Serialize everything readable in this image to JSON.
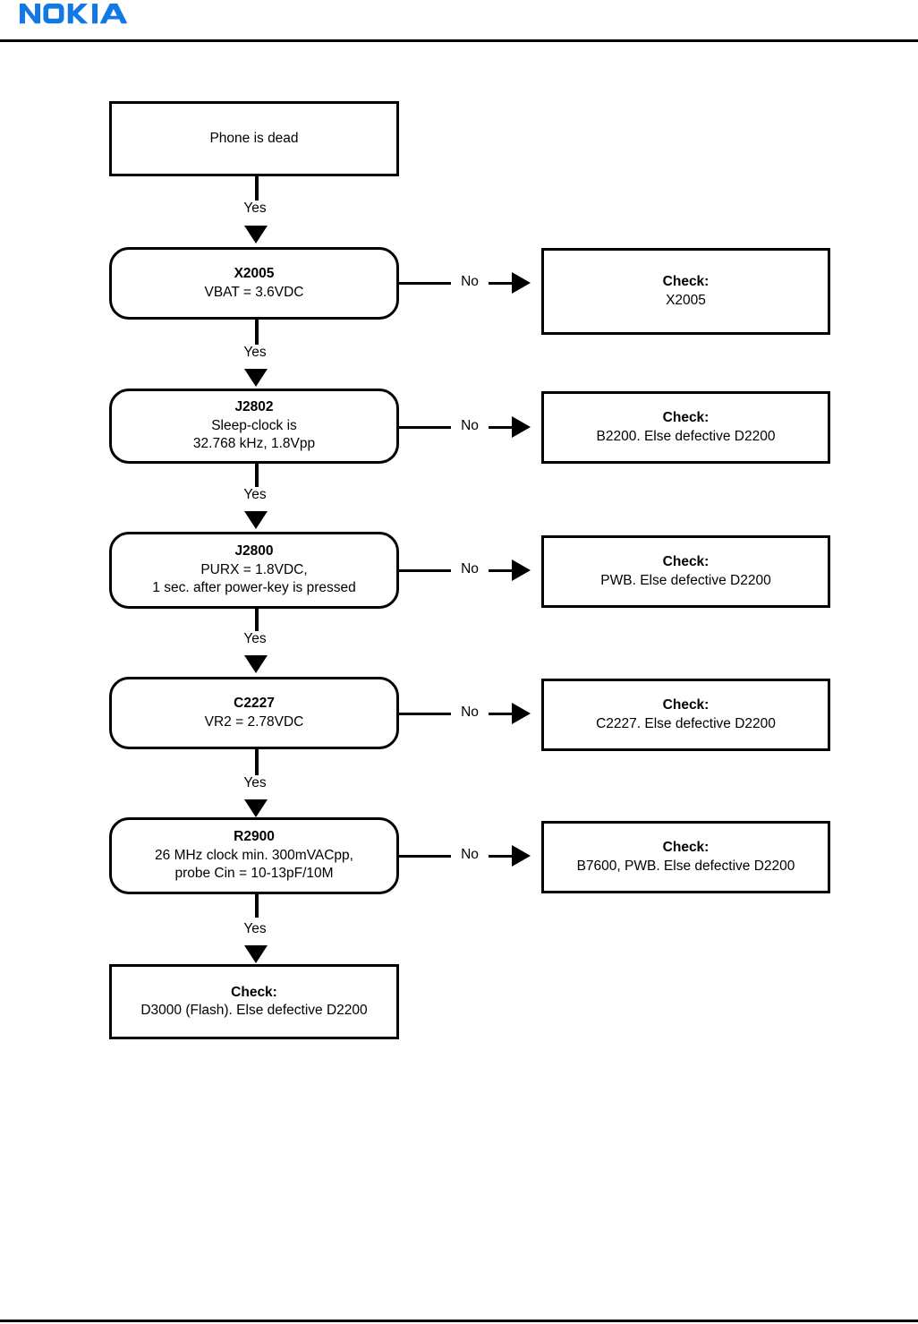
{
  "header": {
    "logo_text": "NOKIA",
    "logo_color": "#1278E3",
    "rule_color": "#000000"
  },
  "flowchart": {
    "type": "troubleshooting-flowchart",
    "start": {
      "id": "start",
      "shape": "rectangle",
      "lines": [
        "Phone is dead"
      ],
      "bold_first_line": false
    },
    "steps": [
      {
        "id": "step-x2005",
        "shape": "rounded-rectangle",
        "title": "X2005",
        "lines": [
          "VBAT = 3.6VDC"
        ],
        "yes_label": "Yes",
        "no_label": "No",
        "result": {
          "id": "result-x2005",
          "shape": "rectangle",
          "title": "Check:",
          "lines": [
            "X2005"
          ]
        }
      },
      {
        "id": "step-j2802",
        "shape": "rounded-rectangle",
        "title": "J2802",
        "lines": [
          "Sleep-clock is",
          "32.768 kHz, 1.8Vpp"
        ],
        "yes_label": "Yes",
        "no_label": "No",
        "result": {
          "id": "result-j2802",
          "shape": "rectangle",
          "title": "Check:",
          "lines": [
            "B2200. Else defective D2200"
          ]
        }
      },
      {
        "id": "step-j2800",
        "shape": "rounded-rectangle",
        "title": "J2800",
        "lines": [
          "PURX = 1.8VDC,",
          "1 sec. after power-key is pressed"
        ],
        "yes_label": "Yes",
        "no_label": "No",
        "result": {
          "id": "result-j2800",
          "shape": "rectangle",
          "title": "Check:",
          "lines": [
            "PWB. Else defective D2200"
          ]
        }
      },
      {
        "id": "step-c2227",
        "shape": "rounded-rectangle",
        "title": "C2227",
        "lines": [
          "VR2 = 2.78VDC"
        ],
        "yes_label": "Yes",
        "no_label": "No",
        "result": {
          "id": "result-c2227",
          "shape": "rectangle",
          "title": "Check:",
          "lines": [
            "C2227. Else defective D2200"
          ]
        }
      },
      {
        "id": "step-r2900",
        "shape": "rounded-rectangle",
        "title": "R2900",
        "lines": [
          "26 MHz clock min. 300mVACpp,",
          "probe Cin = 10-13pF/10M"
        ],
        "yes_label": "Yes",
        "no_label": "No",
        "result": {
          "id": "result-r2900",
          "shape": "rectangle",
          "title": "Check:",
          "lines": [
            "B7600, PWB. Else defective D2200"
          ]
        }
      }
    ],
    "final": {
      "id": "final-check",
      "shape": "rectangle",
      "title": "Check:",
      "lines": [
        "D3000 (Flash). Else defective D2200"
      ],
      "yes_label": "Yes"
    }
  }
}
